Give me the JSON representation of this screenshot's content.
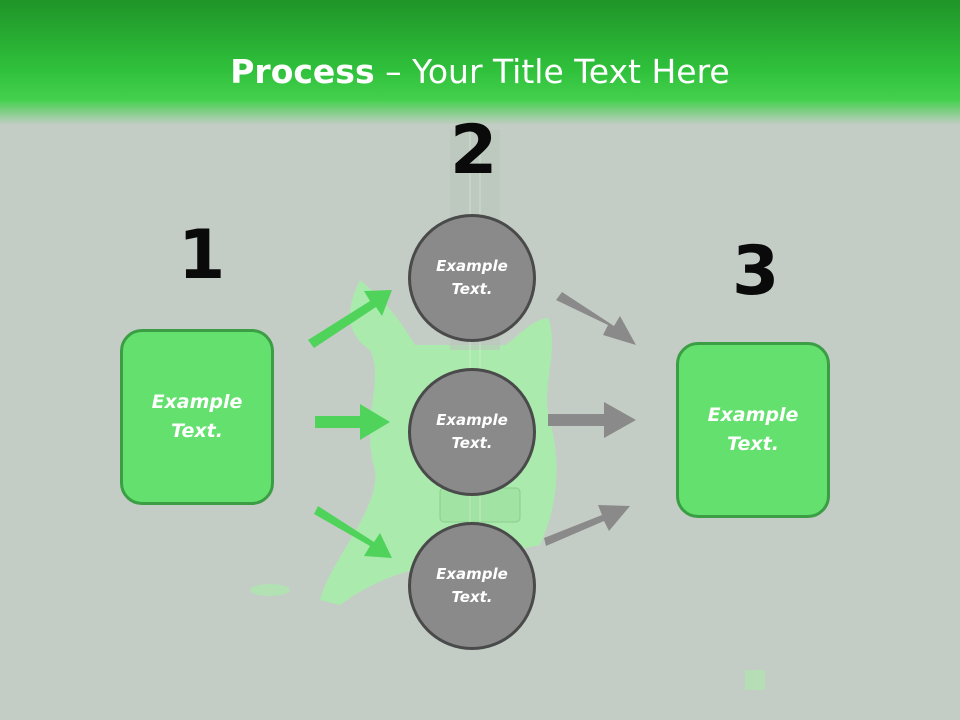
{
  "title": {
    "bold": "Process",
    "separator": "–",
    "rest": "Your Title Text Here"
  },
  "steps": [
    {
      "number": "1",
      "box_text": "Example\nText."
    },
    {
      "number": "2",
      "circles": [
        "Example\nText.",
        "Example\nText.",
        "Example\nText."
      ]
    },
    {
      "number": "3",
      "box_text": "Example\nText."
    }
  ],
  "colors": {
    "header": "#2fc03b",
    "box_fill": "#63e06d",
    "circle_fill": "#8a8a8a",
    "arrow_green": "#4fd35a",
    "arrow_gray": "#8a8a8a"
  }
}
